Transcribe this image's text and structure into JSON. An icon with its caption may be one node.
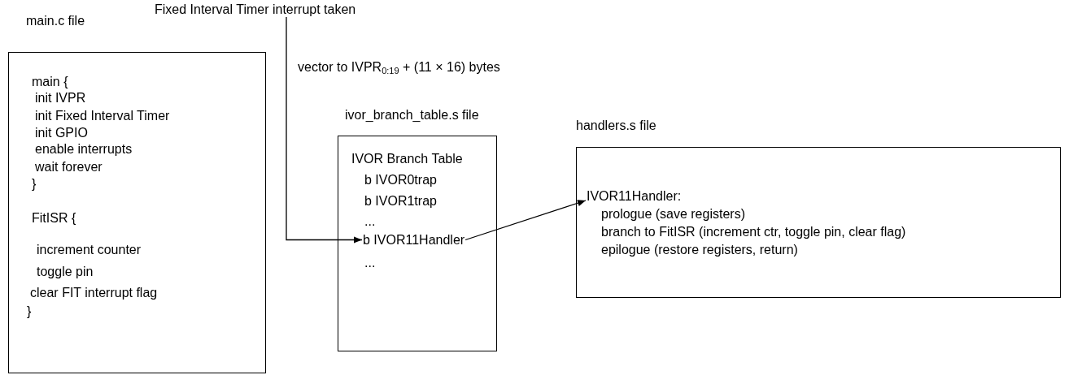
{
  "diagram": {
    "nodes": [
      {
        "text": [
          "main.c file",
          "main  {",
          "init IVPR",
          "init Fixed Interval Timer",
          "init GPIO",
          "enable interrupts",
          "wait forever",
          "}",
          "FitISR {",
          "increment counter",
          "toggle pin",
          "clear FIT interrupt flag",
          "}"
        ]
      },
      {
        "text": [
          "Fixed Interval Timer interrupt taken"
        ]
      },
      {
        "text": [
          "ivor_branch_table.s file",
          "IVOR Branch Table",
          "b IVOR0trap",
          "b IVOR1trap",
          "..."
        ]
      },
      {
        "text": [
          "b IVOR11Handler"
        ],
        "in": 2
      },
      {
        "text": [
          "..."
        ],
        "in": 2
      },
      {
        "text": [
          "handlers.s file",
          "prologue (save registers)",
          "branch to FitISR (increment ctr, toggle pin, clear flag)",
          "epilogue (restore registers, return)"
        ]
      },
      {
        "text": [
          "IVOR11Handler:"
        ],
        "in": 5
      }
    ],
    "edges": [
      {
        "from": 1,
        "to": 3,
        "arrow": "to",
        "label": "vector to IVPR$_{0:19}$ + (11 × 16) bytes"
      },
      {
        "from": 3,
        "to": 6,
        "arrow": "to"
      }
    ]
  }
}
